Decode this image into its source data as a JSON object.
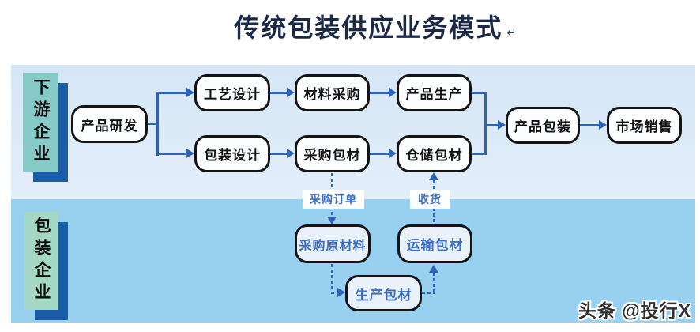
{
  "title": {
    "text": "传统包装供应业务模式",
    "return_mark": "↵"
  },
  "lanes": {
    "downstream": "下游企业",
    "packaging": "包装企业"
  },
  "nodes": {
    "product_rd": "产品研发",
    "process_design": "工艺设计",
    "packaging_design": "包装设计",
    "material_procurement": "材料采购",
    "purchase_packaging": "采购包材",
    "product_production": "产品生产",
    "warehouse_packaging": "仓储包材",
    "product_packaging": "产品包装",
    "market_sales": "市场销售",
    "purchase_raw_materials": "采购原材料",
    "transport_packaging": "运输包材",
    "produce_packaging": "生产包材"
  },
  "edge_labels": {
    "purchase_order": "采购订单",
    "receive_goods": "收货"
  },
  "watermark": "头条 @投行X",
  "colors": {
    "top_band": "#d5e6f5",
    "bottom_band": "#97d1ef",
    "arrow_blue": "#2e63b8",
    "node_border": "#141414",
    "node_fill": "#fcfdff",
    "lower_node_fill": "#e9f1fa",
    "lower_node_text": "#3f6fc4",
    "lane_top_fill": "#87cbc9",
    "lane_bottom_fill": "#a4d8c4",
    "lane_shadow": "#1a5ca6",
    "title_color": "#1b2947",
    "watermark_color": "#303030"
  }
}
